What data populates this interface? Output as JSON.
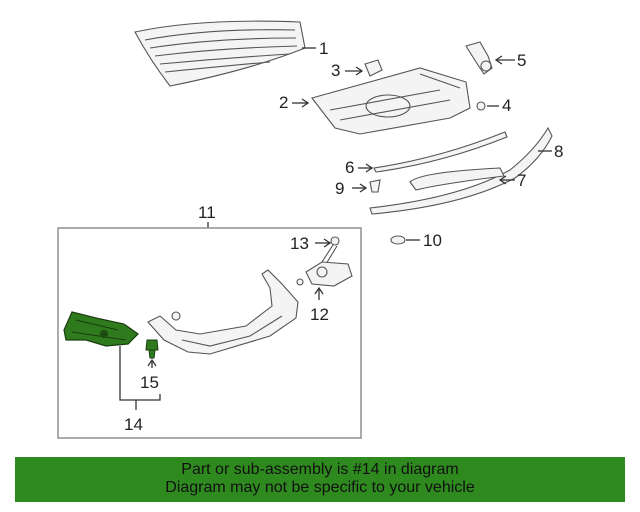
{
  "callouts": {
    "c1": "1",
    "c2": "2",
    "c3": "3",
    "c4": "4",
    "c5": "5",
    "c6": "6",
    "c7": "7",
    "c8": "8",
    "c9": "9",
    "c10": "10",
    "c11": "11",
    "c12": "12",
    "c13": "13",
    "c14": "14",
    "c15": "15"
  },
  "highlight_color": "#2f7a1c",
  "banner": {
    "line1": "Part or sub-assembly is #14 in diagram",
    "line2": "Diagram may not be specific to your vehicle",
    "color": "#2e8a1e"
  }
}
